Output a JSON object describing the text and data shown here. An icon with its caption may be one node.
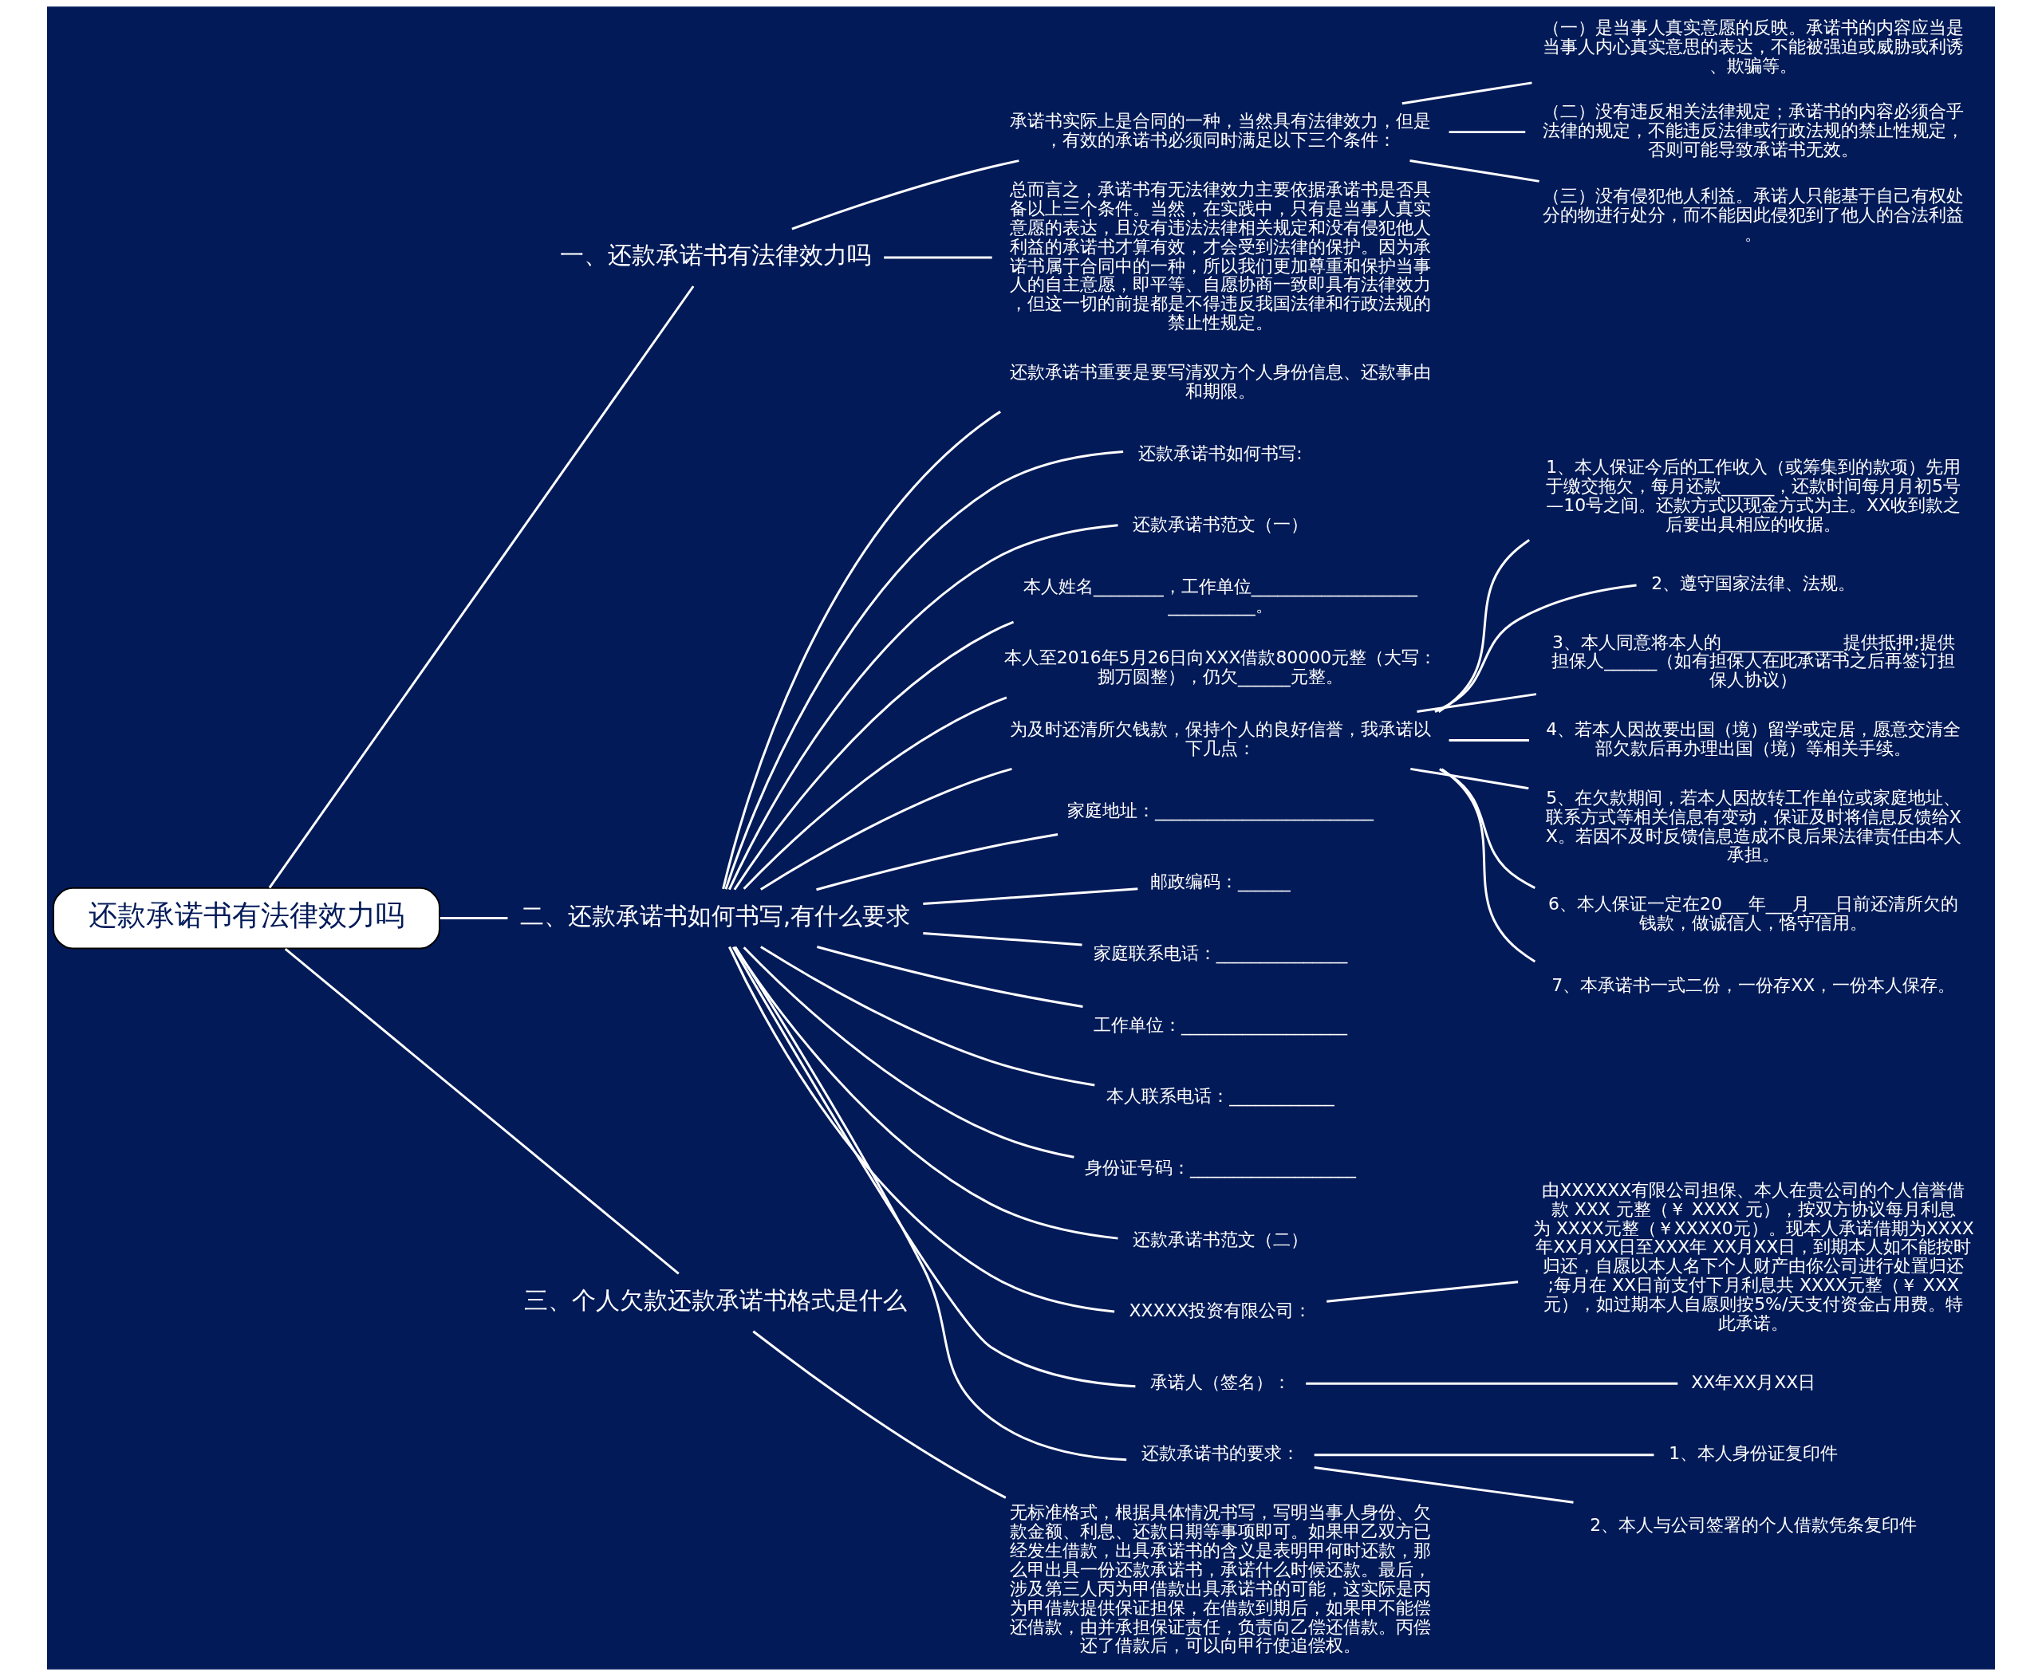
{
  "diagram": {
    "nodes": [
      {
        "text": [
          "还款承诺书有法律效力吗"
        ]
      },
      {
        "text": [
          "一、还款承诺书有法律效力吗"
        ]
      },
      {
        "text": [
          "承诺书实际上是合同的一种，当然具有法律效力，但是，有效的承诺书必须同时满足以下三个条件："
        ]
      },
      {
        "text": [
          "（一）是当事人真实意愿的反映。承诺书的内容应当是当事人内心真实意思的表达，不能被强迫或威胁或利诱、欺骗等。"
        ]
      },
      {
        "text": [
          "（二）没有违反相关法律规定；承诺书的内容必须合乎法律的规定，不能违反法律或行政法规的禁止性规定，否则可能导致承诺书无效。"
        ]
      },
      {
        "text": [
          "（三）没有侵犯他人利益。承诺人只能基于自己有权处分的物进行处分，而不能因此侵犯到了他人的合法利益。"
        ]
      },
      {
        "text": [
          "总而言之，承诺书有无法律效力主要依据承诺书是否具备以上三个条件。当然，在实践中，只有是当事人真实意愿的表达，且没有违法法律相关规定和没有侵犯他人利益的承诺书才算有效，才会受到法律的保护。因为承诺书属于合同中的一种，所以我们更加尊重和保护当事人的自主意愿，即平等、自愿协商一致即具有法律效力，但这一切的前提都是不得违反我国法律和行政法规的禁止性规定。"
        ]
      },
      {
        "text": [
          "二、还款承诺书如何书写,有什么要求"
        ]
      },
      {
        "text": [
          "还款承诺书重要是要写清双方个人身份信息、还款事由和期限。"
        ]
      },
      {
        "text": [
          "还款承诺书如何书写:"
        ]
      },
      {
        "text": [
          "还款承诺书范文（一）"
        ]
      },
      {
        "text": [
          "本人姓名________，工作单位_____________________________。"
        ]
      },
      {
        "text": [
          "本人至2016年5月26日向XXX借款80000元整（大写：捌万圆整），仍欠______元整。"
        ]
      },
      {
        "text": [
          "为及时还清所欠钱款，保持个人的良好信誉，我承诺以下几点："
        ]
      },
      {
        "text": [
          "1、本人保证今后的工作收入（或筹集到的款项）先用于缴交拖欠，每月还款______，还款时间每月月初5号—10号之间。还款方式以现金方式为主。XX收到款之后要出具相应的收据。"
        ]
      },
      {
        "text": [
          "2、遵守国家法律、法规。"
        ]
      },
      {
        "text": [
          "3、本人同意将本人的______________提供抵押;提供担保人______（如有担保人在此承诺书之后再签订担保人协议）"
        ]
      },
      {
        "text": [
          "4、若本人因故要出国（境）留学或定居，愿意交清全部欠款后再办理出国（境）等相关手续。"
        ]
      },
      {
        "text": [
          "5、在欠款期间，若本人因故转工作单位或家庭地址、联系方式等相关信息有变动，保证及时将信息反馈给XX。若因不及时反馈信息造成不良后果法律责任由本人承担。"
        ]
      },
      {
        "text": [
          "6、本人保证一定在20___年___月___日前还清所欠的钱款，做诚信人，恪守信用。"
        ]
      },
      {
        "text": [
          "7、本承诺书一式二份，一份存XX，一份本人保存。"
        ]
      },
      {
        "text": [
          "家庭地址：_________________________"
        ]
      },
      {
        "text": [
          "邮政编码：______"
        ]
      },
      {
        "text": [
          "家庭联系电话：_______________"
        ]
      },
      {
        "text": [
          "工作单位：___________________"
        ]
      },
      {
        "text": [
          "本人联系电话：____________"
        ]
      },
      {
        "text": [
          "身份证号码：___________________"
        ]
      },
      {
        "text": [
          "还款承诺书范文（二）"
        ]
      },
      {
        "text": [
          "XXXXX投资有限公司："
        ]
      },
      {
        "text": [
          "由XXXXXX有限公司担保、本人在贵公司的个人信誉借款 XXX 元整（￥ XXXX 元），按双方协议每月利息为 XXXX元整（￥XXXX0元）。现本人承诺借期为XXXX年XX月XX日至XXX年 XX月XX日，到期本人如不能按时归还，自愿以本人名下个人财产由你公司进行处置归还;每月在 XX日前支付下月利息共 XXXX元整（￥ XXX元），如过期本人自愿则按5%/天支付资金占用费。特此承诺。"
        ]
      },
      {
        "text": [
          "承诺人（签名）："
        ]
      },
      {
        "text": [
          "XX年XX月XX日"
        ]
      },
      {
        "text": [
          "还款承诺书的要求："
        ]
      },
      {
        "text": [
          "1、本人身份证复印件"
        ]
      },
      {
        "text": [
          "2、本人与公司签署的个人借款凭条复印件"
        ]
      },
      {
        "text": [
          "三、个人欠款还款承诺书格式是什么"
        ]
      },
      {
        "text": [
          "无标准格式，根据具体情况书写，写明当事人身份、欠款金额、利息、还款日期等事项即可。如果甲乙双方已经发生借款，出具承诺书的含义是表明甲何时还款，那么甲出具一份还款承诺书，承诺什么时候还款。最后，涉及第三人丙为甲借款出具承诺书的可能，这实际是丙为甲借款提供保证担保，在借款到期后，如果甲不能偿还借款，由并承担保证责任，负责向乙偿还借款。丙偿还了借款后，可以向甲行使追偿权。"
        ]
      }
    ],
    "edges": [
      {
        "from": 0,
        "to": 1,
        "arrow": "none"
      },
      {
        "from": 1,
        "to": 2,
        "arrow": "none"
      },
      {
        "from": 2,
        "to": 3,
        "arrow": "none"
      },
      {
        "from": 2,
        "to": 4,
        "arrow": "none"
      },
      {
        "from": 2,
        "to": 5,
        "arrow": "none"
      },
      {
        "from": 1,
        "to": 6,
        "arrow": "none"
      },
      {
        "from": 0,
        "to": 7,
        "arrow": "none"
      },
      {
        "from": 7,
        "to": 8,
        "arrow": "none"
      },
      {
        "from": 7,
        "to": 9,
        "arrow": "none"
      },
      {
        "from": 7,
        "to": 10,
        "arrow": "none"
      },
      {
        "from": 7,
        "to": 11,
        "arrow": "none"
      },
      {
        "from": 7,
        "to": 12,
        "arrow": "none"
      },
      {
        "from": 7,
        "to": 13,
        "arrow": "none"
      },
      {
        "from": 13,
        "to": 14,
        "arrow": "none"
      },
      {
        "from": 13,
        "to": 15,
        "arrow": "none"
      },
      {
        "from": 13,
        "to": 16,
        "arrow": "none"
      },
      {
        "from": 13,
        "to": 17,
        "arrow": "none"
      },
      {
        "from": 13,
        "to": 18,
        "arrow": "none"
      },
      {
        "from": 13,
        "to": 19,
        "arrow": "none"
      },
      {
        "from": 13,
        "to": 20,
        "arrow": "none"
      },
      {
        "from": 7,
        "to": 21,
        "arrow": "none"
      },
      {
        "from": 7,
        "to": 22,
        "arrow": "none"
      },
      {
        "from": 7,
        "to": 23,
        "arrow": "none"
      },
      {
        "from": 7,
        "to": 24,
        "arrow": "none"
      },
      {
        "from": 7,
        "to": 25,
        "arrow": "none"
      },
      {
        "from": 7,
        "to": 26,
        "arrow": "none"
      },
      {
        "from": 7,
        "to": 27,
        "arrow": "none"
      },
      {
        "from": 7,
        "to": 28,
        "arrow": "none"
      },
      {
        "from": 28,
        "to": 29,
        "arrow": "none"
      },
      {
        "from": 7,
        "to": 30,
        "arrow": "none"
      },
      {
        "from": 30,
        "to": 31,
        "arrow": "none"
      },
      {
        "from": 7,
        "to": 32,
        "arrow": "none"
      },
      {
        "from": 32,
        "to": 33,
        "arrow": "none"
      },
      {
        "from": 32,
        "to": 34,
        "arrow": "none"
      },
      {
        "from": 0,
        "to": 35,
        "arrow": "none"
      },
      {
        "from": 35,
        "to": 36,
        "arrow": "none"
      }
    ]
  }
}
